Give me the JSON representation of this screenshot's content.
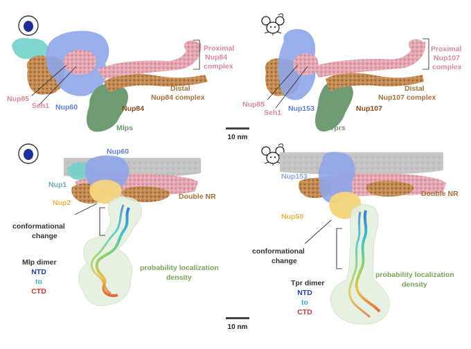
{
  "colors": {
    "pink": "#e3a3ae",
    "pink_label": "#d98a98",
    "tan": "#b07a45",
    "tan_label": "#a8713c",
    "brown_label": "#8b4a1b",
    "blue": "#8fa4e6",
    "blue_label": "#5f7fd0",
    "teal": "#6fcfc8",
    "teal_label": "#6aaeb5",
    "green": "#6f9b74",
    "green_label": "#6b9a6e",
    "yellow": "#f3d57c",
    "yellow_label": "#e8b64a",
    "membrane": "#bdbdbd",
    "density": "#dfeedb",
    "prob_label": "#7aa55a",
    "ntd": "#1f3fae",
    "to": "#3fb0d6",
    "ctd": "#d23a2e",
    "dark": "#333333"
  },
  "icons": {
    "yeast": "yeast-icon",
    "mouse": "mouse-icon"
  },
  "top_left": {
    "nup85": "Nup85",
    "seh1": "Seh1",
    "nup60": "Nup60",
    "nup84": "Nup84",
    "distal": [
      "Distal",
      "Nup84 complex"
    ],
    "proximal": [
      "Proximal",
      "Nup84",
      "complex"
    ],
    "mlps": "Mlps"
  },
  "top_right": {
    "nup85": "Nup85",
    "seh1": "Seh1",
    "nup153": "Nup153",
    "nup107": "Nup107",
    "distal": [
      "Distal",
      "Nup107 complex"
    ],
    "proximal": [
      "Proximal",
      "Nup107",
      "complex"
    ],
    "tprs": "Tprs"
  },
  "bottom_left": {
    "nup60": "Nup60",
    "nup1": "Nup1",
    "nup2": "Nup2",
    "double_nr": "Double NR",
    "conformational": [
      "conformational",
      "change"
    ],
    "dimer": "Mlp dimer",
    "ntd": "NTD",
    "to": "to",
    "ctd": "CTD",
    "prob": [
      "probability localization",
      "density"
    ]
  },
  "bottom_right": {
    "nup153": "Nup153",
    "double_nr": "Double NR",
    "nup50": "Nup50",
    "conformational": [
      "conformational",
      "change"
    ],
    "dimer": "Tpr dimer",
    "ntd": "NTD",
    "to": "to",
    "ctd": "CTD",
    "prob": [
      "probability localization",
      "density"
    ]
  },
  "scale_bars": [
    "10 nm",
    "10 nm"
  ]
}
